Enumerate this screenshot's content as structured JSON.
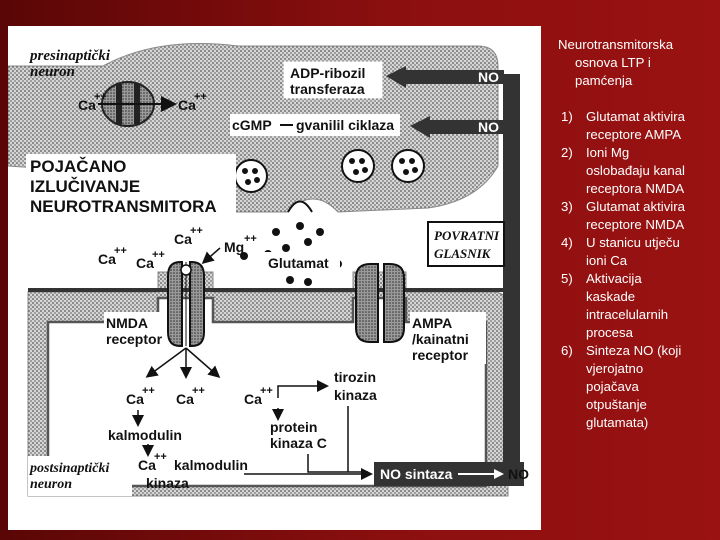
{
  "side_panel": {
    "title_line1": "Neurotransmitorska",
    "title_line2": "osnova LTP i",
    "title_line3": "pamćenja",
    "steps": [
      {
        "num": "1)",
        "lines": [
          "Glutamat aktivira",
          "receptore AMPA"
        ]
      },
      {
        "num": "2)",
        "lines": [
          "Ioni Mg",
          "oslobađaju kanal",
          "receptora NMDA"
        ]
      },
      {
        "num": "3)",
        "lines": [
          "Glutamat aktivira",
          "receptore NMDA"
        ]
      },
      {
        "num": "4)",
        "lines": [
          "U stanicu utječu",
          "ioni Ca"
        ]
      },
      {
        "num": "5)",
        "lines": [
          "Aktivacija",
          "kaskade",
          "intracelularnih",
          "procesa"
        ]
      },
      {
        "num": "6)",
        "lines": [
          "Sinteza NO (koji",
          "vjerojatno",
          "pojačava",
          "otpuštanje",
          "glutamata)"
        ]
      }
    ]
  },
  "diagram": {
    "presynaptic_line1": "presinaptički",
    "presynaptic_line2": "neuron",
    "postsynaptic_line1": "postsinaptički",
    "postsynaptic_line2": "neuron",
    "adp_line1": "ADP-ribozil",
    "adp_line2": "transferaza",
    "no": "NO",
    "cgmp": "cGMP",
    "gc": "gvanilil ciklaza",
    "enh_line1": "POJAČANO",
    "enh_line2": "IZLUČIVANJE",
    "enh_line3": "NEUROTRANSMITORA",
    "retro_line1": "POVRATNI",
    "retro_line2": "GLASNIK",
    "ca": "Ca",
    "ca_charge": "++",
    "mg": "Mg",
    "glutamate": "Glutamat",
    "nmda_line1": "NMDA",
    "nmda_line2": "receptor",
    "ampa_line1": "AMPA",
    "ampa_line2": "/kainatni",
    "ampa_line3": "receptor",
    "tyr_line1": "tirozin",
    "tyr_line2": "kinaza",
    "pkc_line1": "protein",
    "pkc_line2": "kinaza C",
    "calmodulin": "kalmodulin",
    "ca_calmodulin": "kalmodulin",
    "kinase": "kinaza",
    "no_synthase": "NO sintaza"
  }
}
